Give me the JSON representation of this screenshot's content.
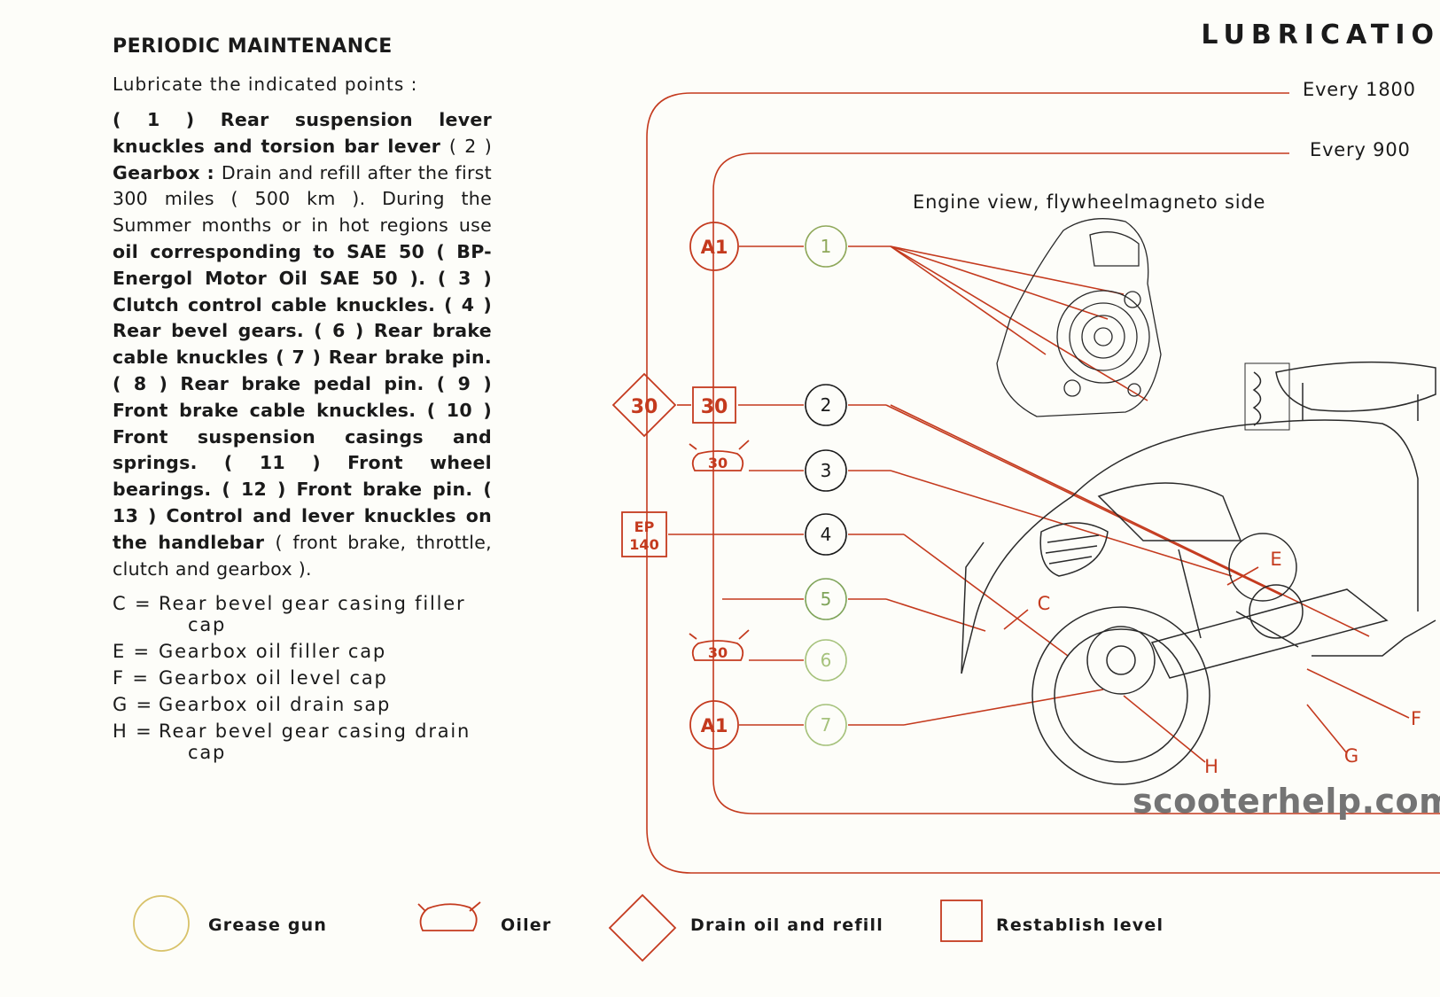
{
  "colors": {
    "accent": "#c43a1e",
    "grease_circle": "#d8c26a",
    "oil_green": "#7fa45a",
    "text": "#1a1a1a",
    "watermark": "#747474"
  },
  "left": {
    "heading": "PERIODIC MAINTENANCE",
    "intro": "Lubricate the indicated points :",
    "paragraph": [
      {
        "t": "( 1 ) ",
        "b": true
      },
      {
        "t": "Rear suspension lever knuckles and torsion bar lever ",
        "b": true
      },
      {
        "t": "( 2 ) ",
        "b": false
      },
      {
        "t": "Gearbox : ",
        "b": true
      },
      {
        "t": "Drain and refill after the first 300 miles ( 500 km ). During the Summer months or in hot regions ",
        "b": false
      },
      {
        "t": "use ",
        "b": false
      },
      {
        "t": "oil corresponding to SAE 50 ( BP-Energol Motor Oil SAE 50 ). ( 3 ) Clutch control cable knuckles. ( 4 ) Rear bevel gears. ( 6 ) Rear brake cable knuckles ( 7 ) Rear brake pin. ( 8 ) Rear brake pedal pin. ( 9 ) Front brake cable knuckles. ( 10 ) Front suspension casings and springs. ( 11 ) Front wheel bearings. ( 12 ) Front brake pin. ( 13 ) Control and lever knuckles on the handlebar ",
        "b": true
      },
      {
        "t": "( front brake, throttle, clutch and gearbox ).",
        "b": false
      }
    ],
    "legend": [
      {
        "key": "C =",
        "text": "Rear bevel gear casing filler",
        "cont": "cap"
      },
      {
        "key": "E =",
        "text": "Gearbox oil filler cap",
        "cont": ""
      },
      {
        "key": "F =",
        "text": "Gearbox oil level cap",
        "cont": ""
      },
      {
        "key": "G =",
        "text": "Gearbox oil drain sap",
        "cont": ""
      },
      {
        "key": "H =",
        "text": "Rear bevel gear casing drain",
        "cont": "cap"
      }
    ]
  },
  "right": {
    "title": "LUBRICATIO",
    "every_1800": "Every 1800",
    "every_900": "Every 900",
    "engine_caption": "Engine view, flywheelmagneto side",
    "symbols": {
      "a1_top": "A1",
      "a1_bottom": "A1",
      "diamond": "30",
      "square": "30",
      "oiler_3": "30",
      "oiler_6": "30",
      "ep_line1": "EP",
      "ep_line2": "140"
    },
    "points": [
      {
        "label": "1",
        "color": "#8fa85a"
      },
      {
        "label": "2",
        "color": "#1a1a1a"
      },
      {
        "label": "3",
        "color": "#1a1a1a"
      },
      {
        "label": "4",
        "color": "#1a1a1a"
      },
      {
        "label": "5",
        "color": "#7fa45a"
      },
      {
        "label": "6",
        "color": "#a6c27c"
      },
      {
        "label": "7",
        "color": "#a6c27c"
      }
    ],
    "part_letters": [
      "C",
      "E",
      "F",
      "G",
      "H"
    ],
    "watermark": "scooterhelp.com"
  },
  "key": {
    "grease_gun": "Grease gun",
    "oiler": "Oiler",
    "drain": "Drain oil and refill",
    "restablish": "Restablish level"
  }
}
